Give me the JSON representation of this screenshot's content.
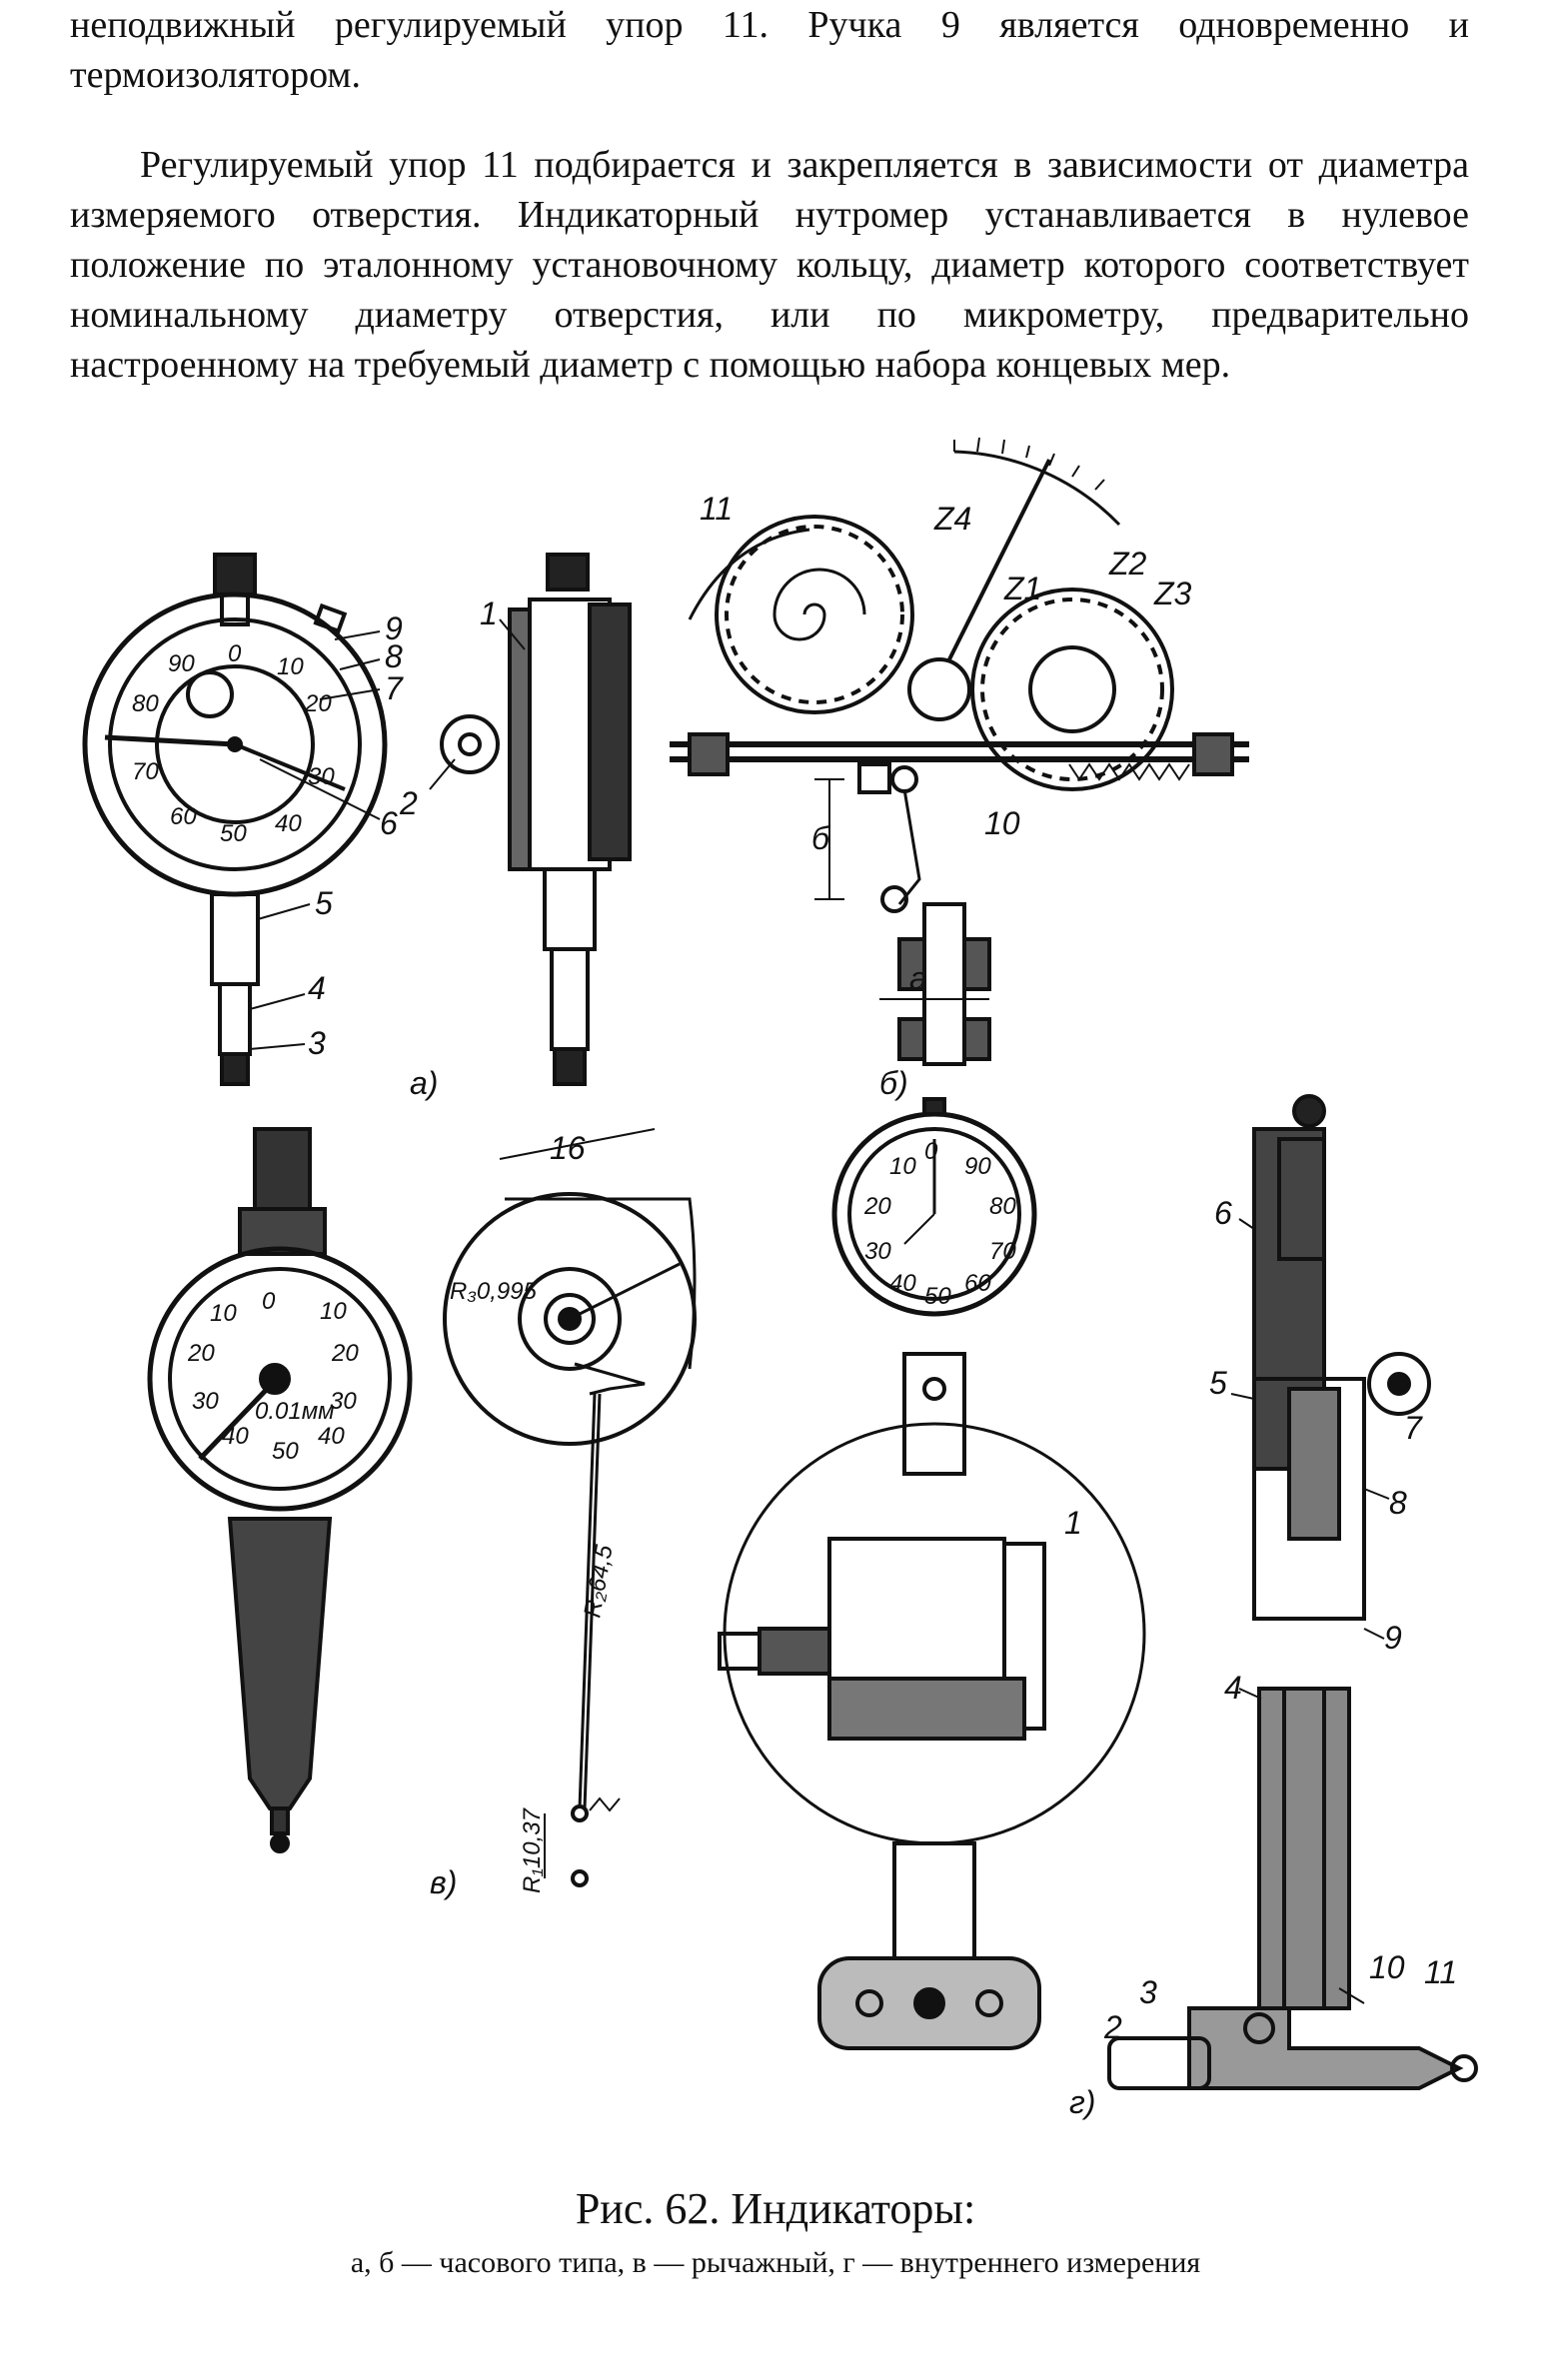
{
  "text": {
    "para1": "неподвижный регулируемый упор 11. Ручка 9 является одновременно и термоизолятором.",
    "para2": "Регулируемый упор 11 подбирается и закрепляется в зависимости от диаметра измеряемого отверстия. Индикаторный нутромер устанавливается в нулевое положение по эталонному установочному кольцу, диаметр которого соответствует номинальному диаметру отверстия, или по микрометру, предварительно настроенному на требуемый диаметр с помощью набора концевых мер."
  },
  "figure": {
    "a": {
      "label": "а)",
      "callouts": [
        "1",
        "2",
        "3",
        "4",
        "5",
        "6",
        "7",
        "8",
        "9"
      ],
      "dial_numbers": [
        "0",
        "10",
        "20",
        "30",
        "40",
        "50",
        "60",
        "70",
        "80",
        "90"
      ]
    },
    "b": {
      "label": "б)",
      "gears": [
        "11",
        "Z4",
        "Z1",
        "Z2",
        "Z3",
        "10"
      ],
      "dims": [
        "б",
        "а"
      ]
    },
    "v": {
      "label": "в)",
      "dial_numbers": [
        "0",
        "10",
        "20",
        "30",
        "40",
        "50",
        "40",
        "30",
        "20",
        "10"
      ],
      "unit": "0.01мм",
      "dims": [
        "16",
        "R₃0,995",
        "R₂64,5",
        "R₁10,37"
      ]
    },
    "g": {
      "label": "г)",
      "dial_numbers": [
        "0",
        "10",
        "20",
        "30",
        "40",
        "50",
        "60",
        "70",
        "80",
        "90"
      ],
      "callouts": [
        "1",
        "2",
        "3",
        "4",
        "5",
        "6",
        "7",
        "8",
        "9",
        "10",
        "11"
      ]
    }
  },
  "caption": {
    "title": "Рис. 62. Индикаторы:",
    "subtitle": "а, б — часового типа, в — рычажный, г — внутреннего измерения"
  }
}
